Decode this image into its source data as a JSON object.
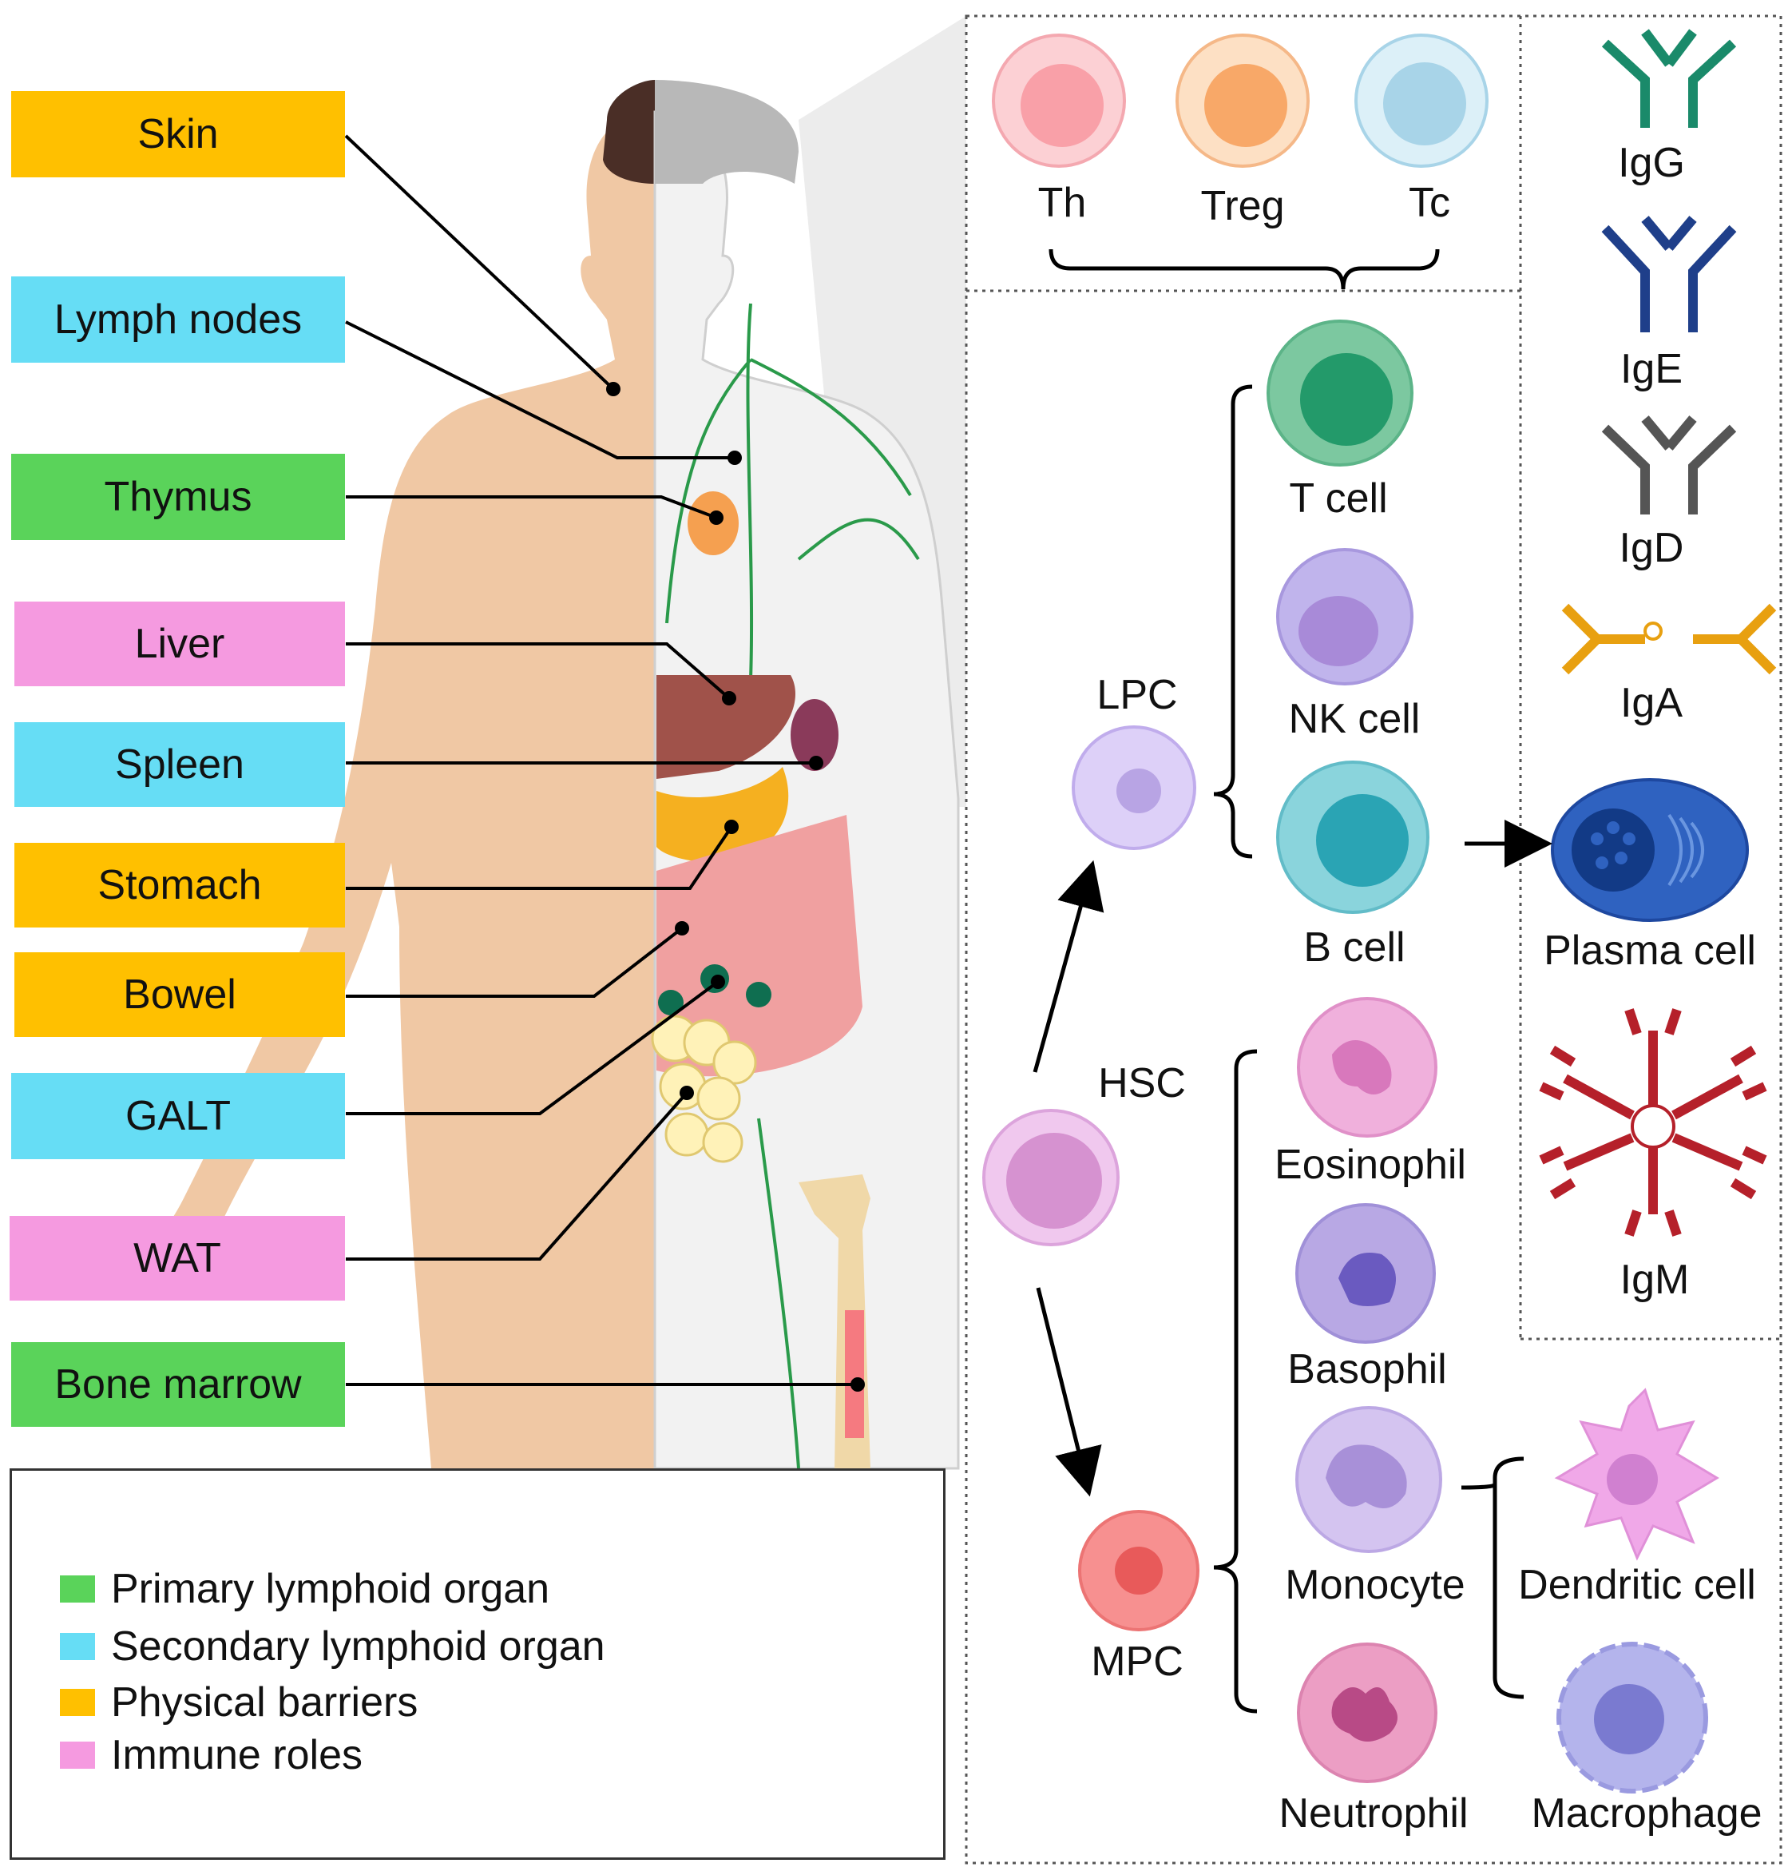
{
  "organs": [
    {
      "label": "Skin",
      "category": "Physical barriers"
    },
    {
      "label": "Lymph nodes",
      "category": "Secondary lymphoid organ"
    },
    {
      "label": "Thymus",
      "category": "Primary lymphoid organ"
    },
    {
      "label": "Liver",
      "category": "Immune roles"
    },
    {
      "label": "Spleen",
      "category": "Secondary lymphoid organ"
    },
    {
      "label": "Stomach",
      "category": "Physical barriers"
    },
    {
      "label": "Bowel",
      "category": "Physical barriers"
    },
    {
      "label": "GALT",
      "category": "Secondary lymphoid organ"
    },
    {
      "label": "WAT",
      "category": "Immune roles"
    },
    {
      "label": "Bone marrow",
      "category": "Primary lymphoid organ"
    }
  ],
  "legend": [
    {
      "label": "Primary lymphoid organ",
      "color": "#5ad35a"
    },
    {
      "label": "Secondary lymphoid organ",
      "color": "#66ddf5"
    },
    {
      "label": "Physical barriers",
      "color": "#ffc000"
    },
    {
      "label": "Immune roles",
      "color": "#f59ae0"
    }
  ],
  "tcell_subsets": [
    "Th",
    "Treg",
    "Tc"
  ],
  "progenitors": {
    "hsc": "HSC",
    "lpc": "LPC",
    "mpc": "MPC"
  },
  "lymphoid_cells": [
    "T cell",
    "NK cell",
    "B cell"
  ],
  "plasma_cell": "Plasma cell",
  "myeloid_cells": [
    "Eosinophil",
    "Basophil",
    "Monocyte",
    "Neutrophil"
  ],
  "monocyte_derived": [
    "Dendritic cell",
    "Macrophage"
  ],
  "antibodies": [
    {
      "label": "IgG",
      "color": "#1a8a6a"
    },
    {
      "label": "IgE",
      "color": "#1f3f8a"
    },
    {
      "label": "IgD",
      "color": "#555555"
    },
    {
      "label": "IgA",
      "color": "#e8a010"
    },
    {
      "label": "IgM",
      "color": "#b5202a"
    }
  ]
}
